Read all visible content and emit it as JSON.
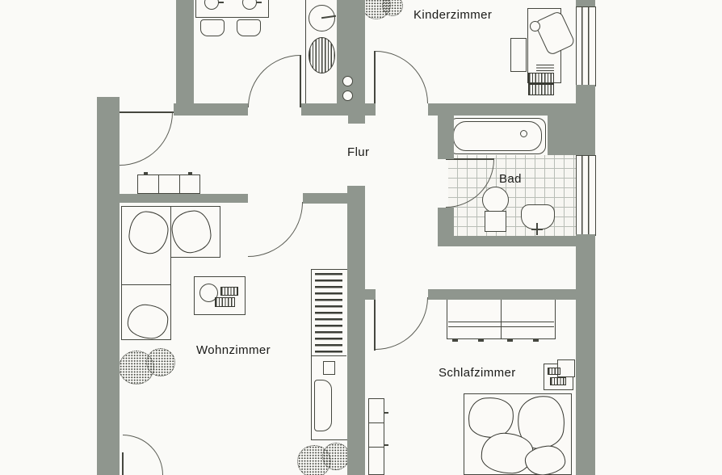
{
  "plan": {
    "type": "apartment-floor-plan",
    "language": "de",
    "labels": {
      "kinderzimmer": "Kinderzimmer",
      "flur": "Flur",
      "bad": "Bad",
      "wohnzimmer": "Wohnzimmer",
      "schlafzimmer": "Schlafzimmer"
    },
    "rooms": [
      {
        "id": "kueche",
        "label": "",
        "furniture": [
          "dining-table",
          "cup",
          "cup",
          "chair",
          "chair",
          "sink-basin",
          "stove-fixture"
        ]
      },
      {
        "id": "kinderzimmer",
        "label": "Kinderzimmer",
        "furniture": [
          "plant",
          "desk",
          "desk-chair",
          "side-table",
          "drawer-container",
          "window"
        ]
      },
      {
        "id": "flur",
        "label": "Flur",
        "furniture": [
          "sideboard",
          "entry-door"
        ]
      },
      {
        "id": "bad",
        "label": "Bad",
        "furniture": [
          "bathtub",
          "washbasin",
          "toilet",
          "tiled-floor",
          "window"
        ]
      },
      {
        "id": "wohnzimmer",
        "label": "Wohnzimmer",
        "furniture": [
          "corner-sofa",
          "cushions",
          "coffee-table",
          "plant",
          "media-shelf",
          "tv",
          "balcony-door"
        ]
      },
      {
        "id": "schlafzimmer",
        "label": "Schlafzimmer",
        "furniture": [
          "wardrobe",
          "hifi-unit",
          "double-bed",
          "shelf"
        ]
      }
    ],
    "colors": {
      "wall": "#8f968e",
      "line": "#45473f",
      "background": "#fafaf7",
      "tile_line": "#b8bdb6",
      "text": "#1a1a18"
    }
  }
}
